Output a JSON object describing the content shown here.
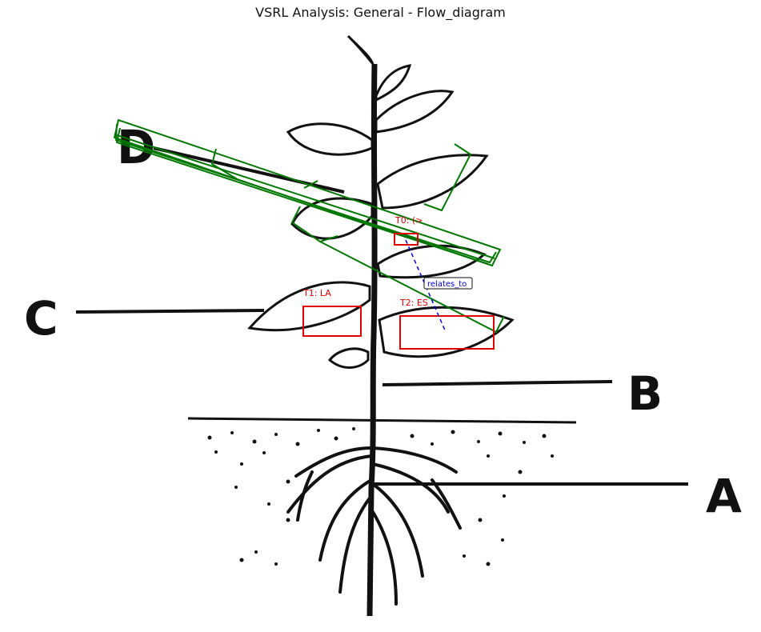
{
  "title": "VSRL Analysis: General - Flow_diagram",
  "diagram": {
    "part_labels": {
      "a": "A",
      "b": "B",
      "c": "C",
      "d": "D"
    }
  },
  "annotations": [
    {
      "id": "T0",
      "text": "T0: (>"
    },
    {
      "id": "T1",
      "text": "T1: LA"
    },
    {
      "id": "T2",
      "text": "T2: ES"
    }
  ],
  "relation": {
    "label": "relates_to"
  },
  "colors": {
    "box": "#e00000",
    "label": "#e00000",
    "highlight": "#007700",
    "relation": "#0000cc",
    "ink": "#111111"
  }
}
